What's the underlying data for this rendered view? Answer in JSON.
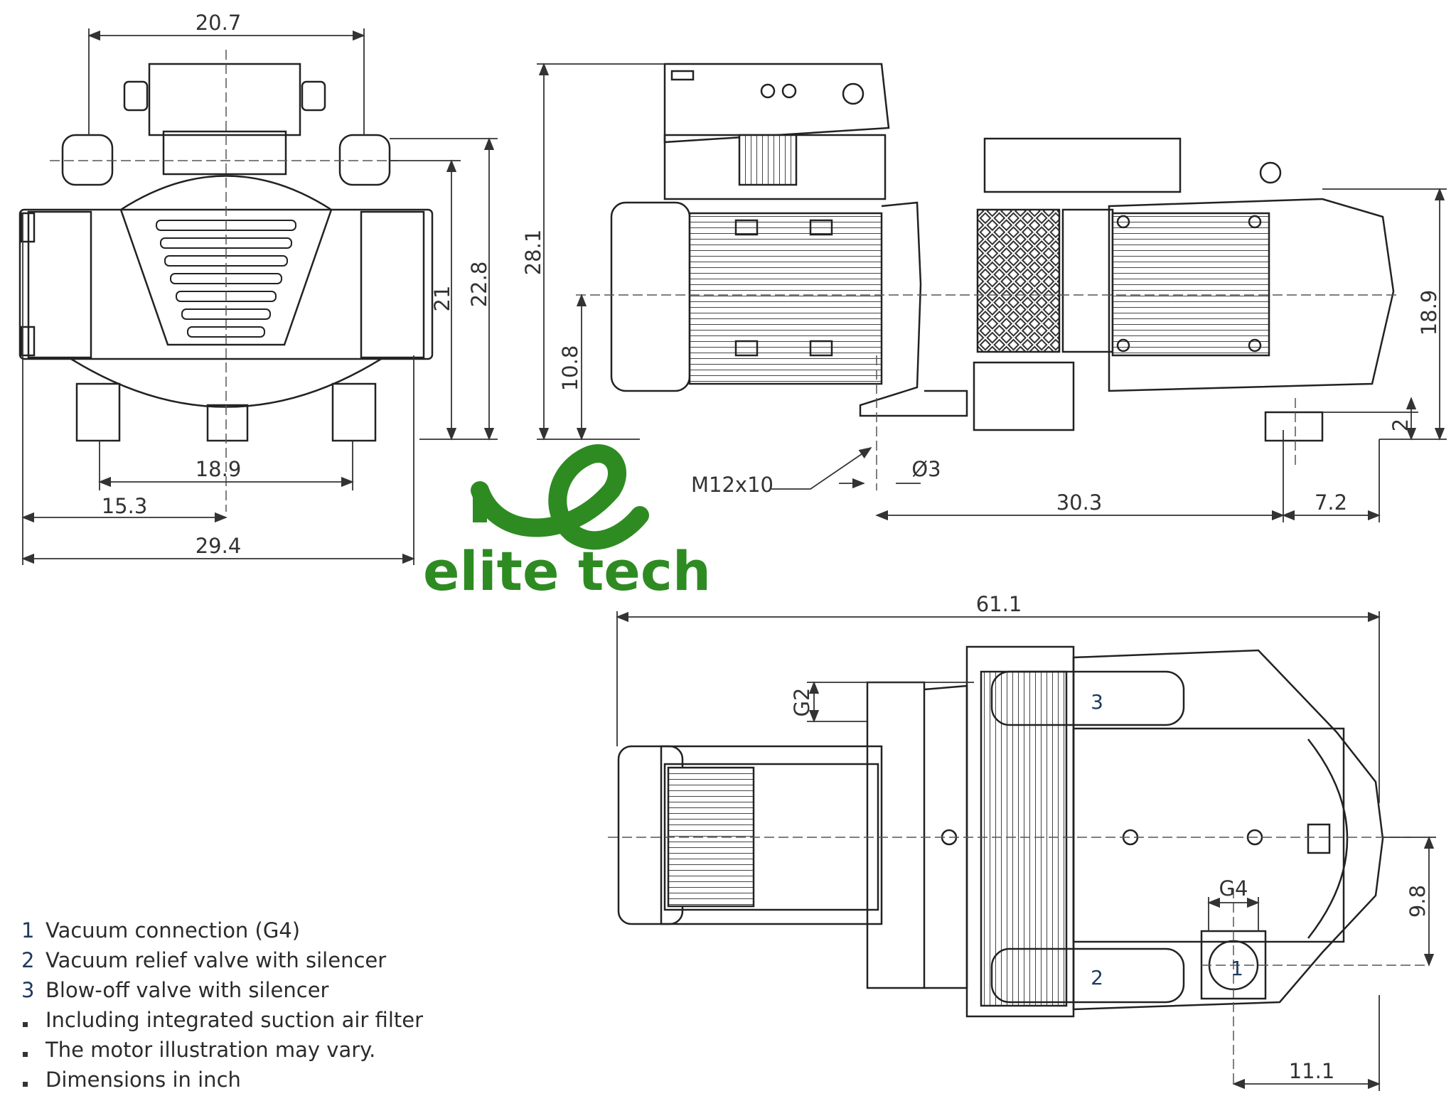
{
  "dimensions_front": {
    "width_top": "20.7",
    "height_21": "21",
    "height_22_8": "22.8",
    "foot_spacing": "18.9",
    "half_width": "15.3",
    "overall_width": "29.4"
  },
  "dimensions_side": {
    "overall_height": "28.1",
    "axis_height": "10.8",
    "right_height": "18.9",
    "foot_height": "2",
    "thread": "M12x10",
    "hole_dia": "Ø3",
    "foot_distance": "30.3",
    "foot_offset": "7.2"
  },
  "dimensions_top": {
    "overall_length": "61.1",
    "g2": "G2",
    "g4": "G4",
    "offset_9_8": "9.8",
    "offset_11_1": "11.1"
  },
  "callouts": {
    "c1": "1",
    "c2": "2",
    "c3": "3"
  },
  "logo": {
    "text": "elite tech",
    "color": "#2e8b22"
  },
  "legend": [
    {
      "key": "1",
      "text": "Vacuum connection (G4)"
    },
    {
      "key": "2",
      "text": "Vacuum relief valve with silencer"
    },
    {
      "key": "3",
      "text": "Blow-off valve with silencer"
    },
    {
      "key": "",
      "text": "Including integrated suction air filter"
    },
    {
      "key": "",
      "text": "The motor illustration may vary."
    },
    {
      "key": "",
      "text": "Dimensions in inch"
    }
  ]
}
